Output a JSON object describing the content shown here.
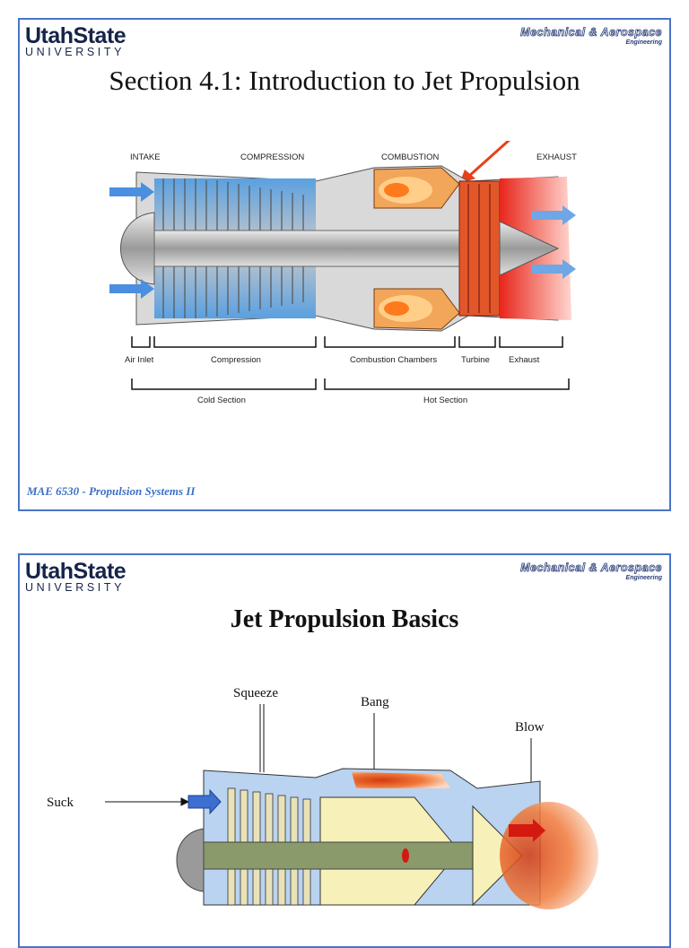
{
  "slide1": {
    "logo_main": "UtahState",
    "logo_sub": "UNIVERSITY",
    "dept_main": "Mechanical & Aerospace",
    "dept_sub": "Engineering",
    "title": "Section 4.1: Introduction to Jet Propulsion",
    "top_labels": {
      "intake": "INTAKE",
      "compression": "COMPRESSION",
      "combustion": "COMBUSTION",
      "exhaust": "EXHAUST"
    },
    "bracket_labels": {
      "air_inlet": "Air Inlet",
      "compression": "Compression",
      "combustion_chambers": "Combustion Chambers",
      "turbine": "Turbine",
      "exhaust": "Exhaust"
    },
    "section_labels": {
      "cold": "Cold Section",
      "hot": "Hot Section"
    },
    "footer": "MAE 6530 - Propulsion Systems II"
  },
  "slide2": {
    "logo_main": "UtahState",
    "logo_sub": "UNIVERSITY",
    "dept_main": "Mechanical & Aerospace",
    "dept_sub": "Engineering",
    "title": "Jet Propulsion Basics",
    "labels": {
      "suck": "Suck",
      "squeeze": "Squeeze",
      "bang": "Bang",
      "blow": "Blow"
    }
  },
  "colors": {
    "border": "#4a74c9",
    "footer": "#3f6fc5",
    "arrow": "#e8401c",
    "hot": "#e8261c",
    "metal": "#a9a9a9"
  }
}
